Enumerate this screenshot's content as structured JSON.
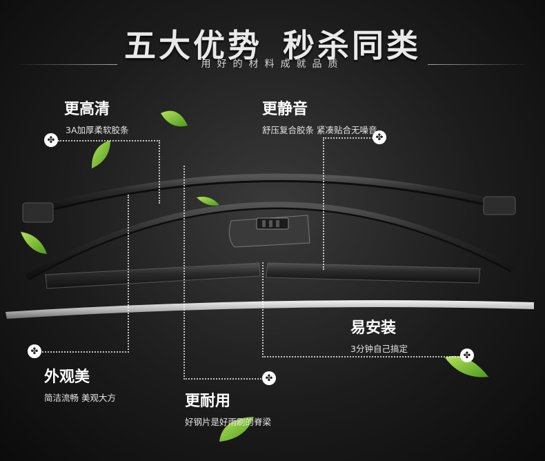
{
  "header": {
    "title_left": "五大优势",
    "title_right": "秒杀同类",
    "subtitle": "用好的材料成就品质"
  },
  "features": {
    "clear": {
      "title": "更高清",
      "desc": "3A加厚柔软胶条"
    },
    "quiet": {
      "title": "更静音",
      "desc": "舒压复合胶条 紧凑贴合无噪音"
    },
    "install": {
      "title": "易安装",
      "desc": "3分钟自己搞定"
    },
    "looks": {
      "title": "外观美",
      "desc": "简洁流畅 美观大方"
    },
    "durable": {
      "title": "更耐用",
      "desc": "好钢片是好雨刷的脊梁"
    }
  },
  "icons": {
    "marker": "clover-icon",
    "leaf": "leaf-icon"
  },
  "colors": {
    "background": "#1c1c1c",
    "leaf": "#7cc43a",
    "blade": "#2a2a2a",
    "text": "#ffffff"
  }
}
